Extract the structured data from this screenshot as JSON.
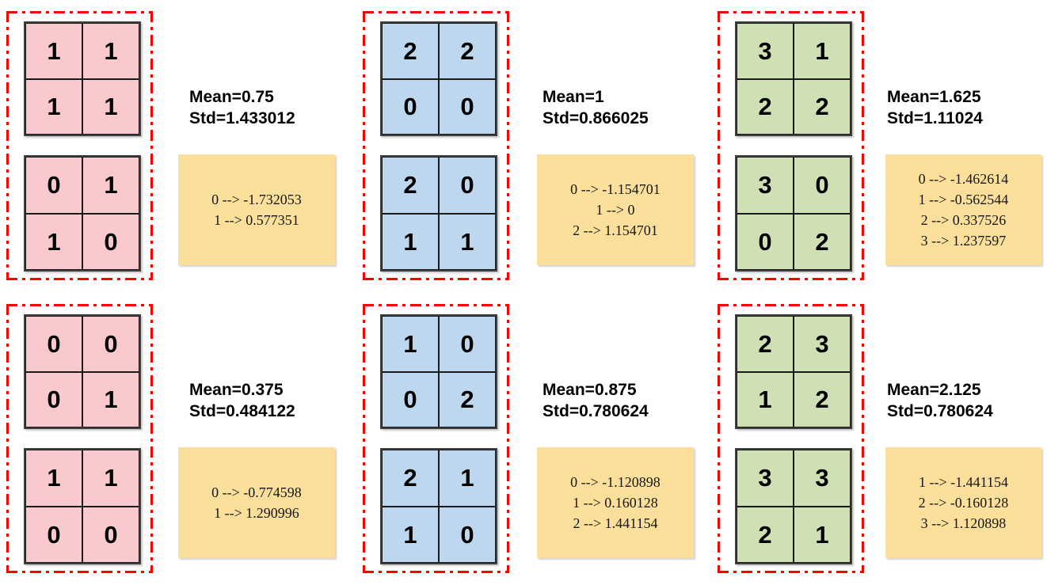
{
  "figure": {
    "title_visible": false,
    "colors": {
      "pink_cell": "#f9c9ce",
      "blue_cell": "#bdd7ee",
      "green_cell": "#cfe0b4",
      "map_box": "#fbdf9b",
      "dash_border": "#ff0000",
      "cell_border": "#1a1a1a"
    }
  },
  "panels": [
    {
      "id": "panel-1",
      "color": "pink",
      "matrix_top": [
        [
          "1",
          "1"
        ],
        [
          "1",
          "1"
        ]
      ],
      "matrix_bottom": [
        [
          "0",
          "1"
        ],
        [
          "1",
          "0"
        ]
      ],
      "mean_label": "Mean=0.75",
      "std_label": "Std=1.433012",
      "mapping": [
        "0 --> -1.732053",
        "1 --> 0.577351"
      ]
    },
    {
      "id": "panel-2",
      "color": "blue",
      "matrix_top": [
        [
          "2",
          "2"
        ],
        [
          "0",
          "0"
        ]
      ],
      "matrix_bottom": [
        [
          "2",
          "0"
        ],
        [
          "1",
          "1"
        ]
      ],
      "mean_label": "Mean=1",
      "std_label": "Std=0.866025",
      "mapping": [
        "0 --> -1.154701",
        "1 --> 0",
        "2 --> 1.154701"
      ]
    },
    {
      "id": "panel-3",
      "color": "green",
      "matrix_top": [
        [
          "3",
          "1"
        ],
        [
          "2",
          "2"
        ]
      ],
      "matrix_bottom": [
        [
          "3",
          "0"
        ],
        [
          "0",
          "2"
        ]
      ],
      "mean_label": "Mean=1.625",
      "std_label": "Std=1.11024",
      "mapping": [
        "0 --> -1.462614",
        "1 --> -0.562544",
        "2 --> 0.337526",
        "3 --> 1.237597"
      ]
    },
    {
      "id": "panel-4",
      "color": "pink",
      "matrix_top": [
        [
          "0",
          "0"
        ],
        [
          "0",
          "1"
        ]
      ],
      "matrix_bottom": [
        [
          "1",
          "1"
        ],
        [
          "0",
          "0"
        ]
      ],
      "mean_label": "Mean=0.375",
      "std_label": "Std=0.484122",
      "mapping": [
        "0 --> -0.774598",
        "1 --> 1.290996"
      ]
    },
    {
      "id": "panel-5",
      "color": "blue",
      "matrix_top": [
        [
          "1",
          "0"
        ],
        [
          "0",
          "2"
        ]
      ],
      "matrix_bottom": [
        [
          "2",
          "1"
        ],
        [
          "1",
          "0"
        ]
      ],
      "mean_label": "Mean=0.875",
      "std_label": "Std=0.780624",
      "mapping": [
        "0 --> -1.120898",
        "1 --> 0.160128",
        "2 --> 1.441154"
      ]
    },
    {
      "id": "panel-6",
      "color": "green",
      "matrix_top": [
        [
          "2",
          "3"
        ],
        [
          "1",
          "2"
        ]
      ],
      "matrix_bottom": [
        [
          "3",
          "3"
        ],
        [
          "2",
          "1"
        ]
      ],
      "mean_label": "Mean=2.125",
      "std_label": "Std=0.780624",
      "mapping": [
        "1 --> -1.441154",
        "2 --> -0.160128",
        "3 --> 1.120898"
      ]
    }
  ]
}
